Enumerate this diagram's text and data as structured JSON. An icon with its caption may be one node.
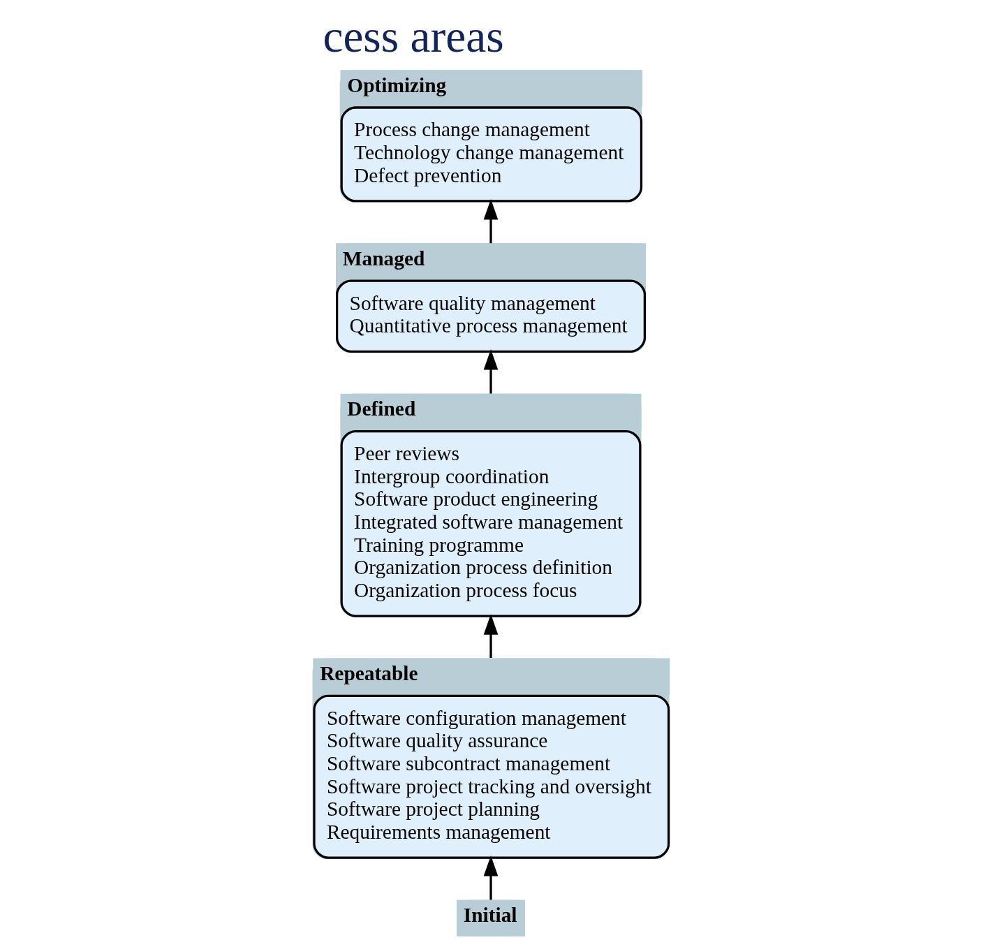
{
  "diagram": {
    "title": "cess areas",
    "nodes": [
      {
        "text": [
          "Optimizing",
          "Process change management",
          "Technology change management",
          "Defect prevention"
        ]
      },
      {
        "text": [
          "Managed",
          "Software quality management",
          "Quantitative process management"
        ]
      },
      {
        "text": [
          "Defined",
          "Peer reviews",
          "Intergroup coordination",
          "Software product engineering",
          "Integrated software management",
          "Training programme",
          "Organization process definition",
          "Organization process focus"
        ]
      },
      {
        "text": [
          "Repeatable",
          "Software configuration management",
          "Software quality assurance",
          "Software subcontract management",
          "Software project tracking and oversight",
          "Software project planning",
          "Requirements management"
        ]
      },
      {
        "text": [
          "Initial"
        ]
      }
    ],
    "edges": [
      {
        "from": 4,
        "to": 3,
        "arrow": "to"
      },
      {
        "from": 3,
        "to": 2,
        "arrow": "to"
      },
      {
        "from": 2,
        "to": 1,
        "arrow": "to"
      },
      {
        "from": 1,
        "to": 0,
        "arrow": "to"
      }
    ]
  }
}
